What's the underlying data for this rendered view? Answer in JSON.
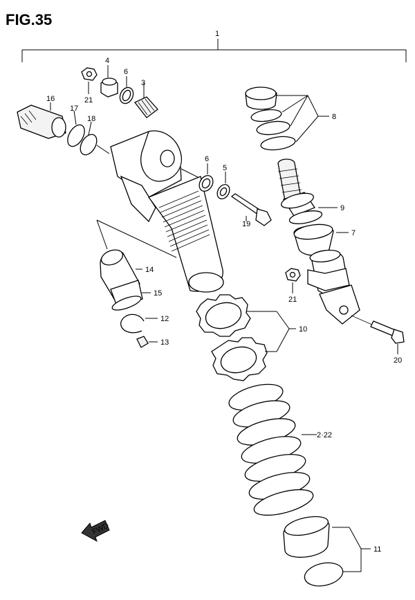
{
  "figure": {
    "title": "FIG.35"
  },
  "callouts": {
    "assembly": "1",
    "spring": "2·22",
    "bearing": "3",
    "spacer": "4",
    "washer": "5",
    "oil_seal": "6",
    "spring_guide": "7",
    "rings": "8",
    "bump_stop": "9",
    "nuts": "10",
    "spring_seat": "11",
    "snap_ring": "12",
    "cap": "13",
    "reservoir_bladder": "14",
    "bladder_cap": "15",
    "adjuster": "16",
    "o_ring_17": "17",
    "o_ring_18": "18",
    "upper_bolt": "19",
    "lower_bolt": "20",
    "nut_top": "21",
    "nut_lower": "21"
  },
  "direction_arrow": {
    "label": "FWD",
    "icon": "fwd-arrow-icon"
  }
}
